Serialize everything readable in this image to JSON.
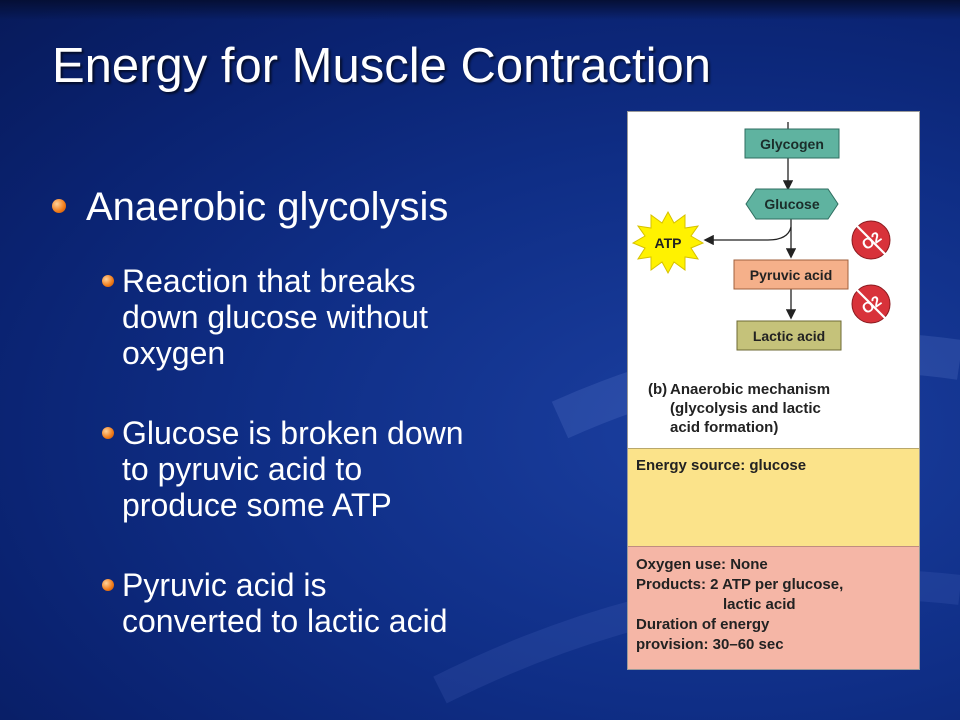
{
  "slide": {
    "title": "Energy for Muscle Contraction",
    "bullet": "Anaerobic glycolysis",
    "sub_bullets": [
      [
        "Reaction that breaks",
        "down glucose without",
        "oxygen"
      ],
      [
        "Glucose is broken down",
        "to pyruvic acid to",
        "produce some ATP"
      ],
      [
        "Pyruvic acid is",
        "converted to lactic acid"
      ]
    ]
  },
  "figure": {
    "boxes": {
      "glycogen": "Glycogen",
      "glucose": "Glucose",
      "atp": "ATP",
      "pyruvic": "Pyruvic acid",
      "lactic": "Lactic acid",
      "o2": "O2"
    },
    "caption_letter": "(b)",
    "caption": [
      "Anaerobic mechanism",
      "(glycolysis and lactic",
      "acid formation)"
    ],
    "energy_source": "Energy source: glucose",
    "details": {
      "oxygen_use": "Oxygen use: None",
      "products_1": "Products: 2 ATP per glucose,",
      "products_2": "lactic acid",
      "duration_1": "Duration of energy",
      "duration_2": "provision: 30–60 sec"
    },
    "colors": {
      "teal": "#5fb3a0",
      "pyruvic": "#f5b08a",
      "lactic": "#c5c27a",
      "atp": "#fff200",
      "o2": "#d8323a",
      "yellow_panel": "#fbe38a",
      "pink_panel": "#f5b6a6"
    }
  }
}
